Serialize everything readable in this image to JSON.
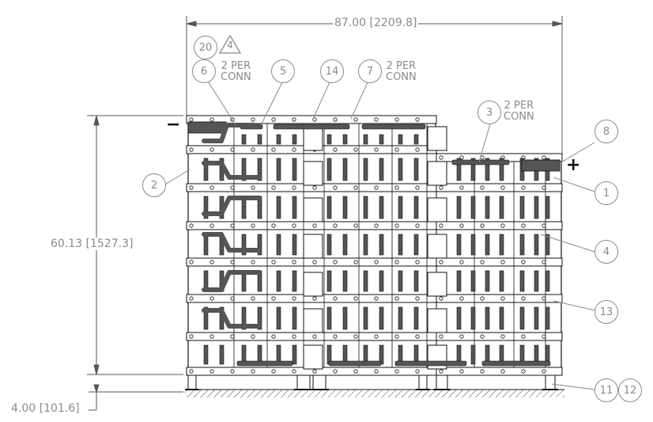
{
  "dimensions": {
    "width_label": "87.00 [2209.8]",
    "height_label": "60.13 [1527.3]",
    "base_label": "4.00 [101.6]"
  },
  "notes": {
    "top_left": "2 PER\nCONN",
    "top_mid": "2 PER\nCONN",
    "right": "2 PER\nCONN"
  },
  "balloons": {
    "b20": "20",
    "b4_triangle": "4",
    "b6": "6",
    "b5": "5",
    "b14": "14",
    "b7": "7",
    "b3": "3",
    "b8": "8",
    "b2": "2",
    "b1": "1",
    "b4": "4",
    "b13": "13",
    "b11": "11",
    "b12": "12"
  },
  "polarity": {
    "negative": "−",
    "positive": "+"
  },
  "colors": {
    "frame_line": "#111111",
    "leader_line": "#8a8a8a",
    "busbar_fill": "#555555"
  }
}
